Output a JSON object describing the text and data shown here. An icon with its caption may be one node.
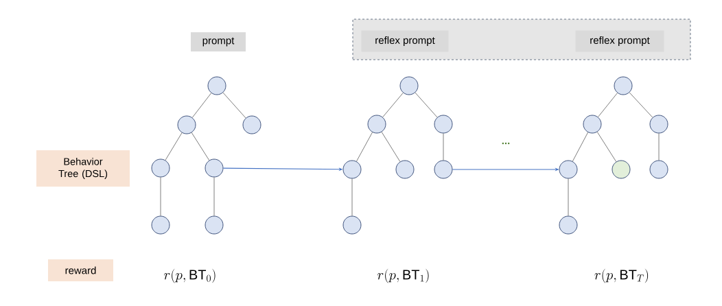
{
  "diagram": {
    "nodes": [
      {
        "text": [
          "prompt"
        ]
      },
      {
        "text": [],
        "shape": "box"
      },
      {
        "text": [
          "reflex prompt"
        ],
        "in": 1
      },
      {
        "text": [
          "reflex prompt"
        ],
        "in": 1
      },
      {
        "text": [
          "Behavior Tree (DSL)"
        ]
      },
      {
        "text": [
          "reward"
        ]
      },
      {
        "text": [],
        "shape": "circle"
      },
      {
        "text": [],
        "shape": "circle"
      },
      {
        "text": [],
        "shape": "circle"
      },
      {
        "text": [],
        "shape": "circle"
      },
      {
        "text": [],
        "shape": "circle"
      },
      {
        "text": [],
        "shape": "circle"
      },
      {
        "text": [],
        "shape": "circle"
      },
      {
        "text": [],
        "shape": "circle"
      },
      {
        "text": [],
        "shape": "circle"
      },
      {
        "text": [],
        "shape": "circle"
      },
      {
        "text": [],
        "shape": "circle"
      },
      {
        "text": [],
        "shape": "circle"
      },
      {
        "text": [],
        "shape": "circle"
      },
      {
        "text": [],
        "shape": "circle"
      },
      {
        "text": [],
        "shape": "circle"
      },
      {
        "text": [],
        "shape": "circle"
      },
      {
        "text": [],
        "shape": "circle"
      },
      {
        "text": [],
        "shape": "circle"
      },
      {
        "text": [],
        "shape": "circle"
      },
      {
        "text": [],
        "shape": "circle"
      },
      {
        "text": [],
        "shape": "circle"
      }
    ],
    "edges": [
      {
        "from": 6,
        "to": 7,
        "arrow": "none"
      },
      {
        "from": 6,
        "to": 8,
        "arrow": "none"
      },
      {
        "from": 7,
        "to": 9,
        "arrow": "none"
      },
      {
        "from": 7,
        "to": 10,
        "arrow": "none"
      },
      {
        "from": 9,
        "to": 11,
        "arrow": "none"
      },
      {
        "from": 10,
        "to": 12,
        "arrow": "none"
      },
      {
        "from": 13,
        "to": 14,
        "arrow": "none"
      },
      {
        "from": 13,
        "to": 15,
        "arrow": "none"
      },
      {
        "from": 14,
        "to": 16,
        "arrow": "none"
      },
      {
        "from": 14,
        "to": 17,
        "arrow": "none"
      },
      {
        "from": 15,
        "to": 18,
        "arrow": "none"
      },
      {
        "from": 16,
        "to": 19,
        "arrow": "none"
      },
      {
        "from": 20,
        "to": 21,
        "arrow": "none"
      },
      {
        "from": 20,
        "to": 22,
        "arrow": "none"
      },
      {
        "from": 21,
        "to": 23,
        "arrow": "none"
      },
      {
        "from": 21,
        "to": 24,
        "arrow": "none"
      },
      {
        "from": 22,
        "to": 25,
        "arrow": "none"
      },
      {
        "from": 23,
        "to": 26,
        "arrow": "none"
      },
      {
        "from": 10,
        "to": 16,
        "arrow": "to",
        "color": "#4472c4"
      },
      {
        "from": 18,
        "to": 23,
        "arrow": "to",
        "color": "#4472c4",
        "label": "..."
      }
    ],
    "labels": [
      "r(p, \\mathrm{BT}_0)",
      "r(p, \\mathrm{BT}_1)",
      "r(p, \\mathrm{BT}_T)"
    ]
  }
}
